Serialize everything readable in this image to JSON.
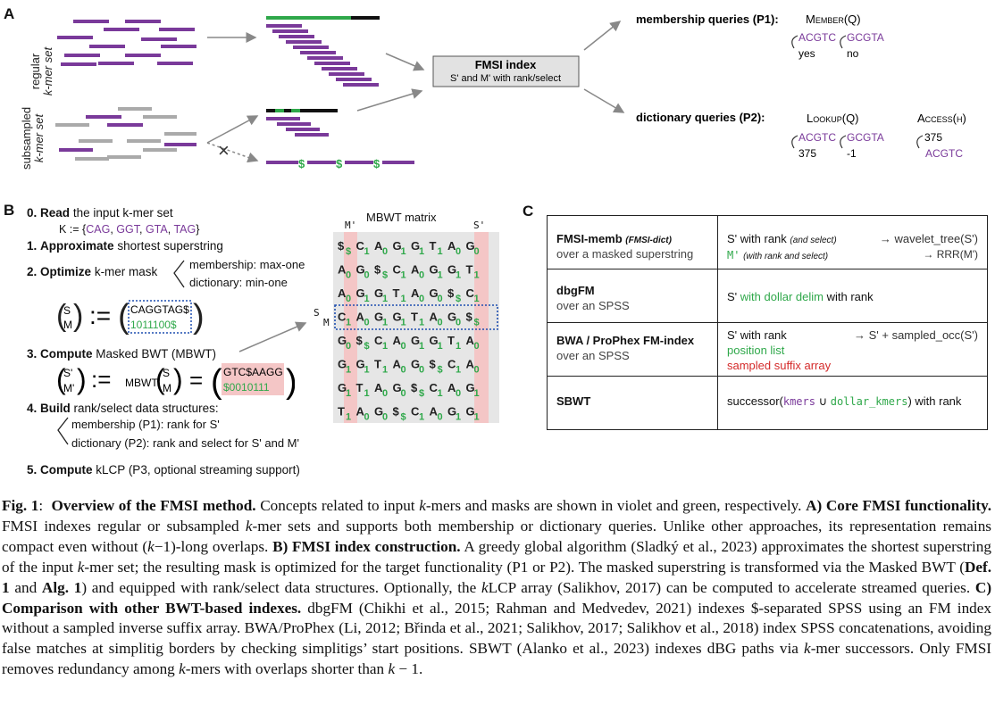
{
  "panels": {
    "a": "A",
    "b": "B",
    "c": "C"
  },
  "panelA": {
    "regular_label_1": "regular",
    "regular_label_2": "k-mer set",
    "subsampled_label_1": "subsampled",
    "subsampled_label_2": "k-mer set",
    "dollar": "$",
    "index_title": "FMSI index",
    "index_subtitle": "S' and M' with rank/select",
    "membership_title": "membership queries (P1):",
    "member_fn": "Member(Q)",
    "mem_q1": "ACGTC",
    "mem_q2": "GCGTA",
    "mem_a1": "yes",
    "mem_a2": "no",
    "dictionary_title": "dictionary queries (P2):",
    "lookup_fn": "Lookup(Q)",
    "access_fn": "Access(h)",
    "lk_q1": "ACGTC",
    "lk_q2": "GCGTA",
    "lk_a1": "375",
    "lk_a2": "-1",
    "acc_q": "375",
    "acc_a": "ACGTC",
    "colors": {
      "violet": "#7a3a9a",
      "green": "#2fa84a",
      "gray": "#aaaaaa"
    }
  },
  "panelB": {
    "step0_num": "0.",
    "step0_bold": "Read",
    "step0_rest": "the input k-mer set",
    "kset_prefix": "K := {",
    "kset_items": [
      "CAG",
      "GGT",
      "GTA",
      "TAG"
    ],
    "kset_suffix": "}",
    "step1_num": "1.",
    "step1_bold": "Approximate",
    "step1_rest": "shortest superstring",
    "step2_num": "2.",
    "step2_bold": "Optimize",
    "step2_rest": "k-mer mask",
    "step2_opt1": "membership: max-one",
    "step2_opt2": "dictionary: min-one",
    "sm_top": "S",
    "sm_bottom": "M",
    "assign": ":=",
    "superstring": "CAGGTAG$",
    "mask": "1011100$",
    "step3_num": "3.",
    "step3_bold": "Compute",
    "step3_rest": "Masked BWT (MBWT)",
    "smp_top": "S'",
    "smp_bottom": "M'",
    "mbwt_fn": "MBWT",
    "eq": "=",
    "bwt_s": "GTC$AAGG",
    "bwt_m": "$0010111",
    "step4_num": "4.",
    "step4_bold": "Build",
    "step4_rest": "rank/select data structures:",
    "step4_opt1": "membership (P1): rank for S'",
    "step4_opt2": "dictionary (P2): rank and select for S' and M'",
    "step5_num": "5.",
    "step5_bold": "Compute",
    "step5_rest": "kLCP (P3, optional streaming support)",
    "matrix_title": "MBWT matrix",
    "col_m": "M'",
    "col_s": "S'",
    "sm_side_s": "S",
    "sm_side_m": "M",
    "matrix_rows": [
      [
        "$",
        "$",
        "C",
        "1",
        "A",
        "0",
        "G",
        "1",
        "G",
        "1",
        "T",
        "1",
        "A",
        "0",
        "G",
        "0"
      ],
      [
        "A",
        "0",
        "G",
        "0",
        "$",
        "$",
        "C",
        "1",
        "A",
        "0",
        "G",
        "1",
        "G",
        "1",
        "T",
        "1"
      ],
      [
        "A",
        "0",
        "G",
        "1",
        "G",
        "1",
        "T",
        "1",
        "A",
        "0",
        "G",
        "0",
        "$",
        "$",
        "C",
        "1"
      ],
      [
        "C",
        "1",
        "A",
        "0",
        "G",
        "1",
        "G",
        "1",
        "T",
        "1",
        "A",
        "0",
        "G",
        "0",
        "$",
        "$"
      ],
      [
        "G",
        "0",
        "$",
        "$",
        "C",
        "1",
        "A",
        "0",
        "G",
        "1",
        "G",
        "1",
        "T",
        "1",
        "A",
        "0"
      ],
      [
        "G",
        "1",
        "G",
        "1",
        "T",
        "1",
        "A",
        "0",
        "G",
        "0",
        "$",
        "$",
        "C",
        "1",
        "A",
        "0"
      ],
      [
        "G",
        "1",
        "T",
        "1",
        "A",
        "0",
        "G",
        "0",
        "$",
        "$",
        "C",
        "1",
        "A",
        "0",
        "G",
        "1"
      ],
      [
        "T",
        "1",
        "A",
        "0",
        "G",
        "0",
        "$",
        "$",
        "C",
        "1",
        "A",
        "0",
        "G",
        "1",
        "G",
        "1"
      ]
    ]
  },
  "panelC": {
    "rows": [
      {
        "name": "FMSI-memb",
        "name_alt": "(FMSI-dict)",
        "desc": "over a masked superstring",
        "l1": "S' with rank",
        "l1_note": "(and select)",
        "l1_right": "→ wavelet_tree(S')",
        "l2": "M'",
        "l2_note": "(with rank and select)",
        "l2_right": "→ RRR(M')"
      },
      {
        "name": "dbgFM",
        "desc": "over an SPSS",
        "l1a": "S'",
        "l1b": "with dollar delim",
        "l1c": "with rank"
      },
      {
        "name": "BWA / ProPhex FM-index",
        "desc": "over an SPSS",
        "l1": "S' with rank",
        "l1_right": "→ S' + sampled_occ(S')",
        "l2": "position list",
        "l3": "sampled suffix array"
      },
      {
        "name": "SBWT",
        "p1": "successor(",
        "p2": "kmers",
        "p3": " ∪ ",
        "p4": "dollar_kmers",
        "p5": ") with rank"
      }
    ]
  },
  "caption": {
    "fig": "Fig. 1",
    "colon": ":",
    "title": "Overview of the FMSI method.",
    "s1": "Concepts related to input",
    "k": "k",
    "s2": "-mers and masks are shown in violet and green, respectively.",
    "a_head": "A) Core FMSI functionality.",
    "a1": "FMSI indexes regular or subsampled",
    "a2": "-mer sets and supports both membership or dictionary queries. Unlike other approaches, its representation remains compact even without (",
    "a3": "−1)-long overlaps.",
    "b_head": "B) FMSI index construction.",
    "b1": "A greedy global algorithm (Sladký et al., 2023) approximates the shortest superstring of the input",
    "b2": "-mer set; the resulting mask is optimized for the target functionality (P1 or P2). The masked superstring is transformed via the Masked BWT (",
    "def1": "Def. 1",
    "and": "and",
    "alg1": "Alg. 1",
    "b3": ") and equipped with rank/select data structures. Optionally, the",
    "b4": "LCP array (Salikhov, 2017) can be computed to accelerate streamed queries.",
    "c_head": "C) Comparison with other BWT-based indexes.",
    "c1": "dbgFM (Chikhi et al., 2015; Rahman and Medvedev, 2021) indexes $-separated SPSS using an FM index without a sampled inverse suffix array. BWA/ProPhex (Li, 2012; Břinda et al., 2021; Salikhov, 2017; Salikhov et al., 2018) index SPSS concatenations, avoiding false matches at simplitig borders by checking simplitigs’ start positions. SBWT (Alanko et al., 2023) indexes dBG paths via",
    "c2": "-mer successors. Only FMSI removes redundancy among",
    "c3": "-mers with overlaps shorter than",
    "c4": "− 1."
  }
}
